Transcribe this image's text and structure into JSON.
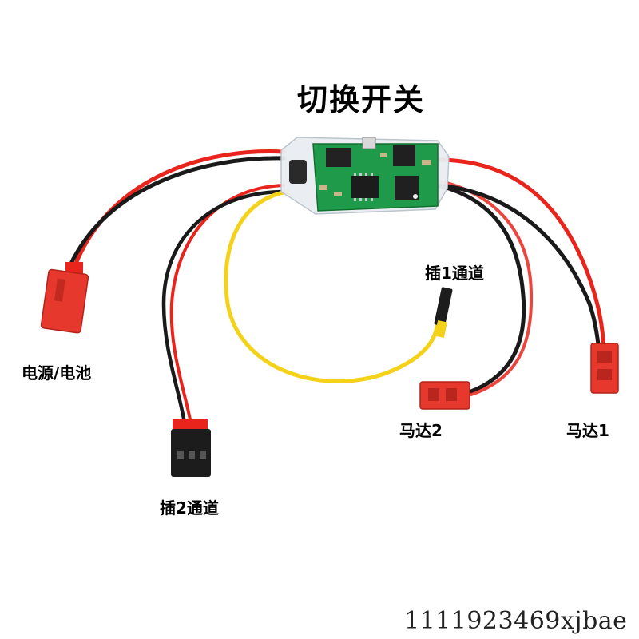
{
  "title": "切换开关",
  "labels": {
    "power": "电源/电池",
    "channel1": "插1通道",
    "motor2": "马达2",
    "motor1": "马达1",
    "channel2": "插2通道"
  },
  "watermark": "1111923469xjbae",
  "colors": {
    "red_wire": "#e8241c",
    "black_wire": "#1a1a1a",
    "yellow_wire": "#f4d21a",
    "pcb_green": "#1f9a4a",
    "jst_red": "#e6382c",
    "servo_black": "#1c1c1c"
  }
}
